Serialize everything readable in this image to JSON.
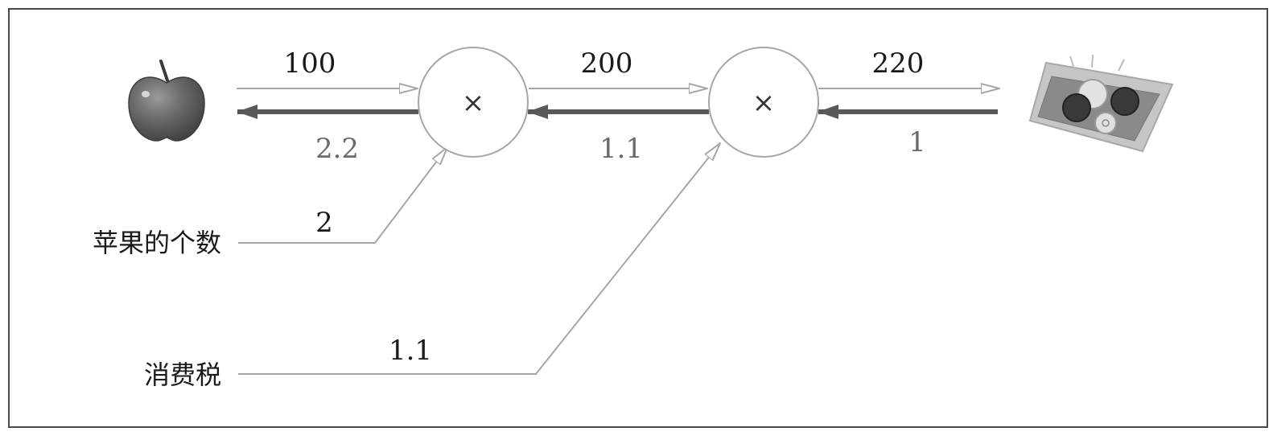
{
  "nodes": [
    {
      "id": "mul1",
      "label": "×"
    },
    {
      "id": "mul2",
      "label": "×"
    }
  ],
  "edges": {
    "apple_forward": "100",
    "apple_backward": "2.2",
    "mul1_forward": "200",
    "mul1_backward": "1.1",
    "mul2_forward": "220",
    "output_backward": "1",
    "count_forward": "2",
    "tax_forward": "1.1"
  },
  "inputs": {
    "apple_count": "苹果的个数",
    "tax": "消费税"
  },
  "icons": {
    "apple": "apple-icon",
    "coin_tray": "coin-tray-icon"
  },
  "colors": {
    "forward_line": "#a6a6a6",
    "backward_line": "#595959",
    "forward_text": "#1a1a1a",
    "backward_text": "#6a6a6a"
  }
}
